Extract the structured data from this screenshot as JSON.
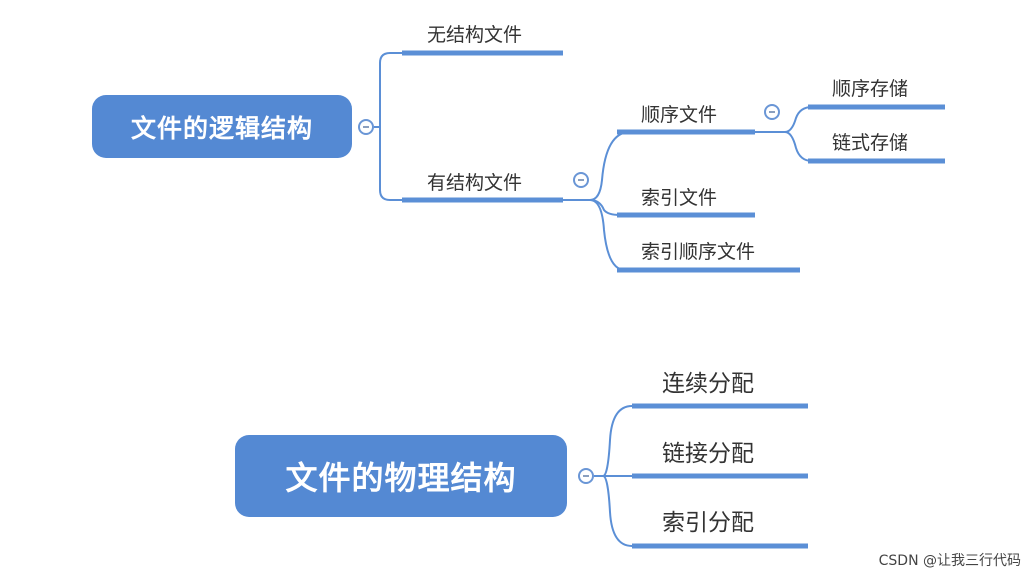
{
  "colors": {
    "node": "#5489d3",
    "line": "#5b8fd6",
    "text": "#333333"
  },
  "logical": {
    "root": "文件的逻辑结构",
    "children": [
      "无结构文件",
      "有结构文件"
    ],
    "structured_children": [
      "顺序文件",
      "索引文件",
      "索引顺序文件"
    ],
    "sequential_children": [
      "顺序存储",
      "链式存储"
    ]
  },
  "physical": {
    "root": "文件的物理结构",
    "children": [
      "连续分配",
      "链接分配",
      "索引分配"
    ]
  },
  "watermark": "CSDN @让我三行代码"
}
